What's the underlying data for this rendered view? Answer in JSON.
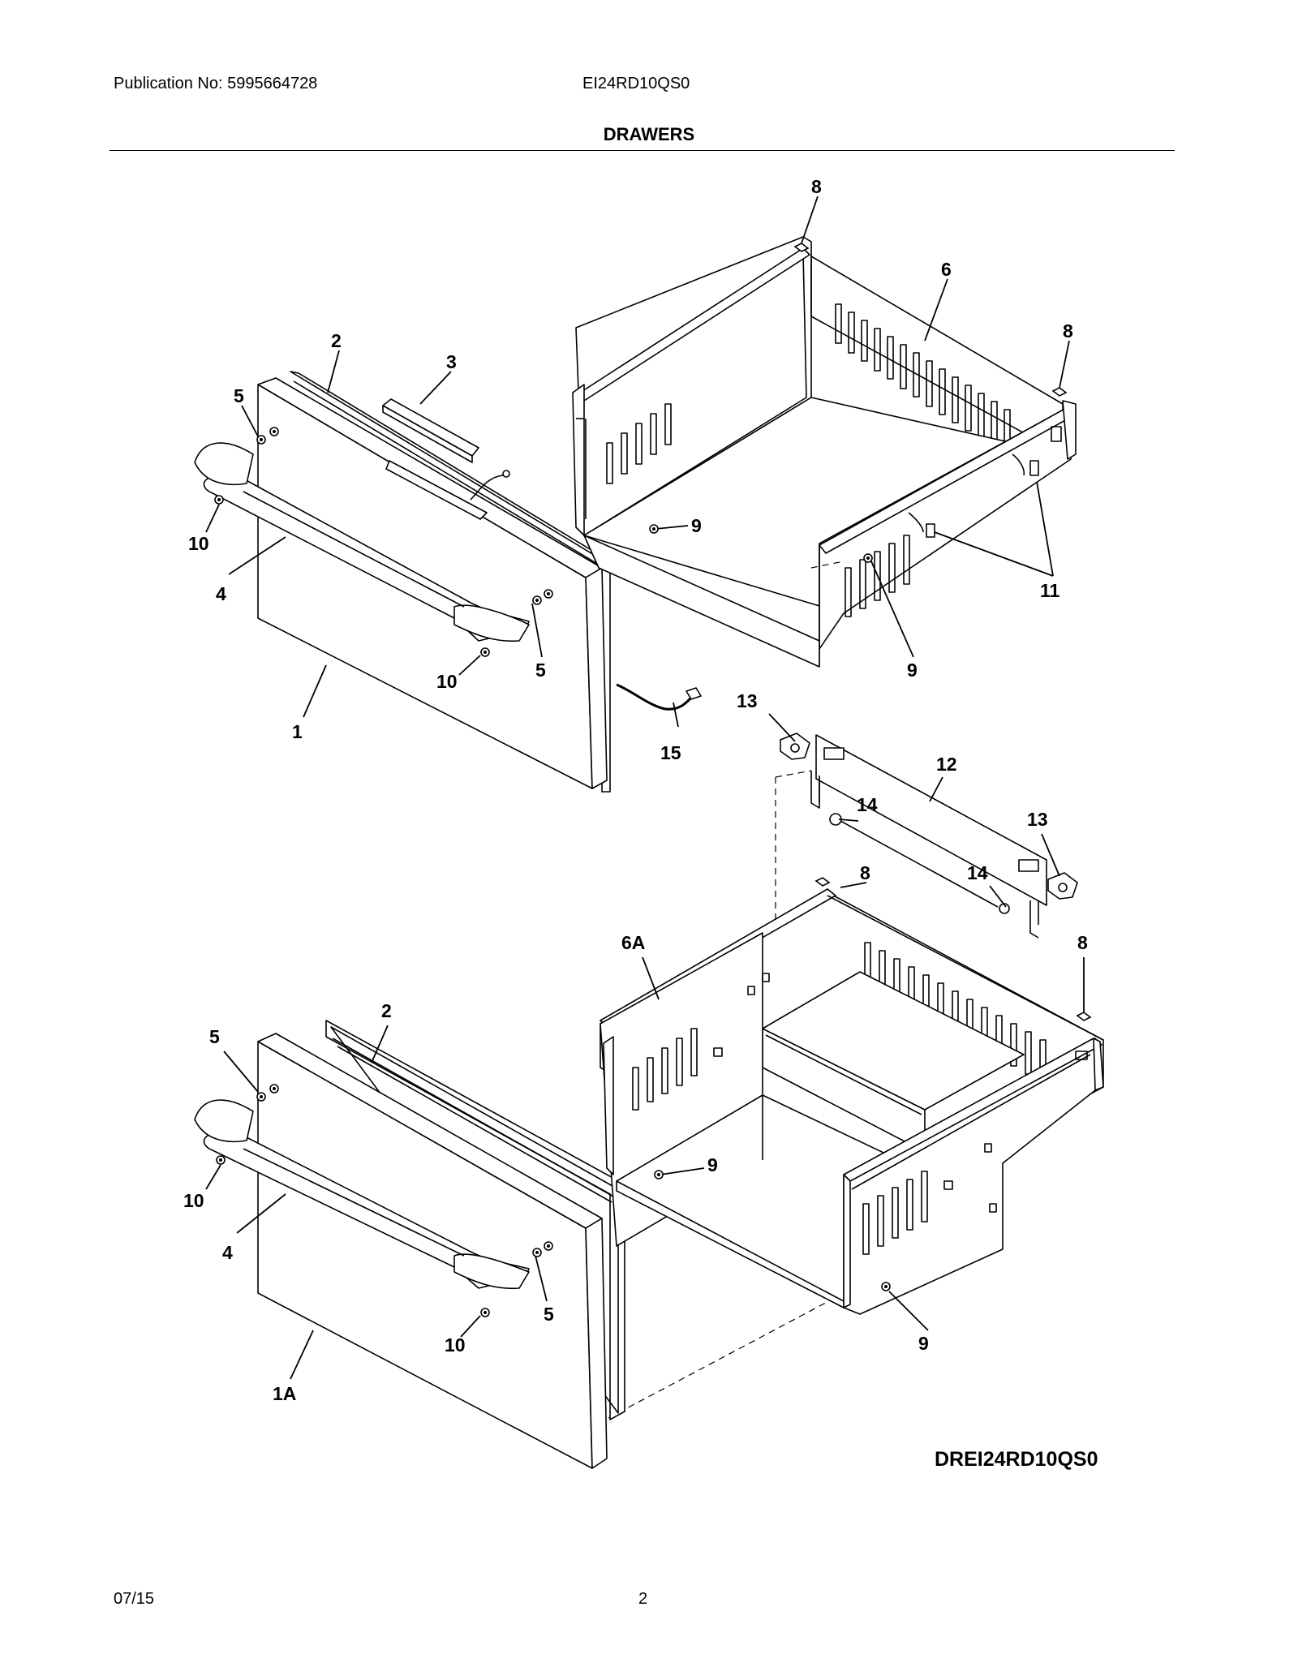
{
  "header": {
    "publication": "Publication No: 5995664728",
    "model": "EI24RD10QS0",
    "title": "DRAWERS"
  },
  "footer": {
    "date": "07/15",
    "page": "2"
  },
  "diagram": {
    "code": "DREI24RD10QS0",
    "callouts": [
      "1",
      "1A",
      "2",
      "3",
      "4",
      "5",
      "6",
      "6A",
      "8",
      "9",
      "10",
      "11",
      "12",
      "13",
      "14",
      "15"
    ]
  }
}
